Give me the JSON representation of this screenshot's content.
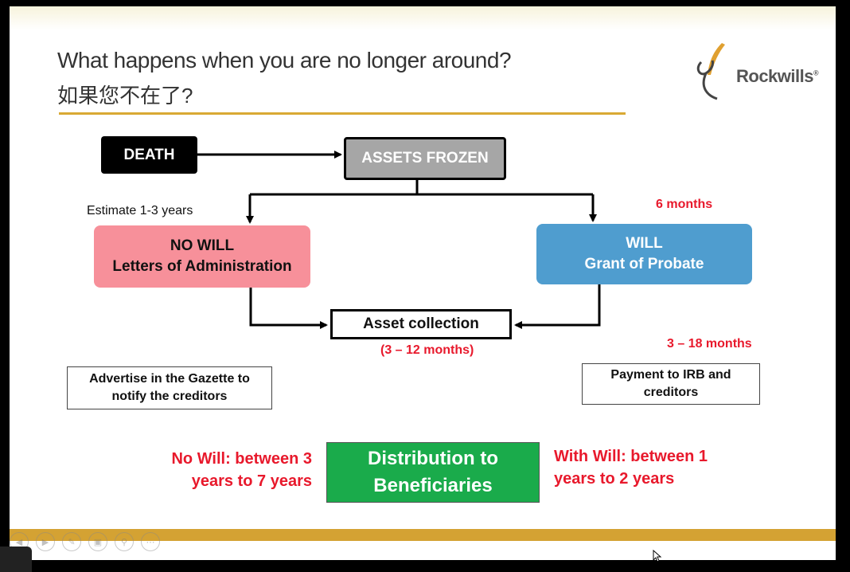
{
  "slide": {
    "title": "What happens when you are no longer around?",
    "title_cn": "如果您不在了?",
    "logo_text": "Rockwills",
    "logo_mark": "®"
  },
  "flow": {
    "death": "DEATH",
    "assets_frozen": "ASSETS FROZEN",
    "estimate": "Estimate 1-3 years",
    "no_will_title": "NO WILL",
    "no_will_sub": "Letters of Administration",
    "six_months": "6 months",
    "will_title": "WILL",
    "will_sub": "Grant of Probate",
    "asset_collection": "Asset collection",
    "collection_time": "(3 – 12 months)",
    "payment_time": "3 – 18 months",
    "gazette_line1": "Advertise in the Gazette to",
    "gazette_line2": "notify the creditors",
    "irb_line1": "Payment to IRB and",
    "irb_line2": "creditors",
    "distribution_line1": "Distribution to",
    "distribution_line2": "Beneficiaries",
    "no_will_time_line1": "No Will: between 3",
    "no_will_time_line2": "years to 7 years",
    "will_time_line1": "With Will: between 1",
    "will_time_line2": "years to 2 years"
  },
  "colors": {
    "accent_gold": "#d4a233",
    "no_will_pink": "#f7909a",
    "will_blue": "#4f9dcf",
    "distribution_green": "#1aab4b",
    "timing_red": "#e8192c"
  },
  "toolbar": {
    "icons": [
      "back-icon",
      "play-icon",
      "pen-icon",
      "slides-icon",
      "zoom-icon",
      "more-icon"
    ]
  }
}
